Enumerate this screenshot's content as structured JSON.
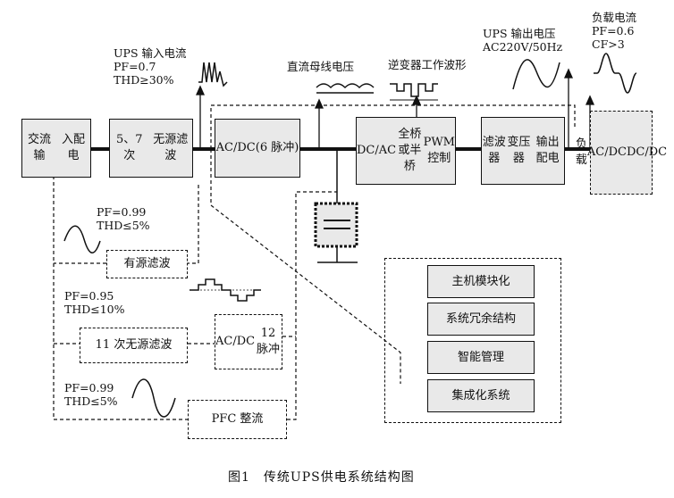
{
  "blocks": {
    "ac_input": [
      "交流输",
      "入配电"
    ],
    "passive_filter_57": [
      "5、7 次",
      "无源滤波"
    ],
    "acdc6": [
      "AC/DC",
      "(6 脉冲)"
    ],
    "inverter": [
      "DC/AC",
      "全桥或半桥",
      "PWM 控制"
    ],
    "output": [
      "滤波器",
      "变压器",
      "输出配电"
    ],
    "load": [
      "负载",
      "AC/DC",
      "DC/DC"
    ],
    "active_filter": "有源滤波",
    "passive_filter_11": "11 次无源滤波",
    "acdc12": [
      "AC/DC",
      "12 脉冲"
    ],
    "pfc": "PFC 整流"
  },
  "features": [
    "主机模块化",
    "系统冗余结构",
    "智能管理",
    "集成化系统"
  ],
  "labels": {
    "ups_input": [
      "UPS 输入电流",
      "PF=0.7",
      "THD≥30%"
    ],
    "dc_bus": "直流母线电压",
    "inverter_wave": "逆变器工作波形",
    "ups_output": [
      "UPS 输出电压",
      "AC220V/50Hz"
    ],
    "load_current": [
      "负载电流",
      "PF=0.6",
      "CF>3"
    ],
    "active": [
      "PF=0.99",
      "THD≤5%"
    ],
    "passive11": [
      "PF=0.95",
      "THD≤10%"
    ],
    "pfc": [
      "PF=0.99",
      "THD≤5%"
    ]
  },
  "caption": "图1　传统UPS供电系统结构图"
}
